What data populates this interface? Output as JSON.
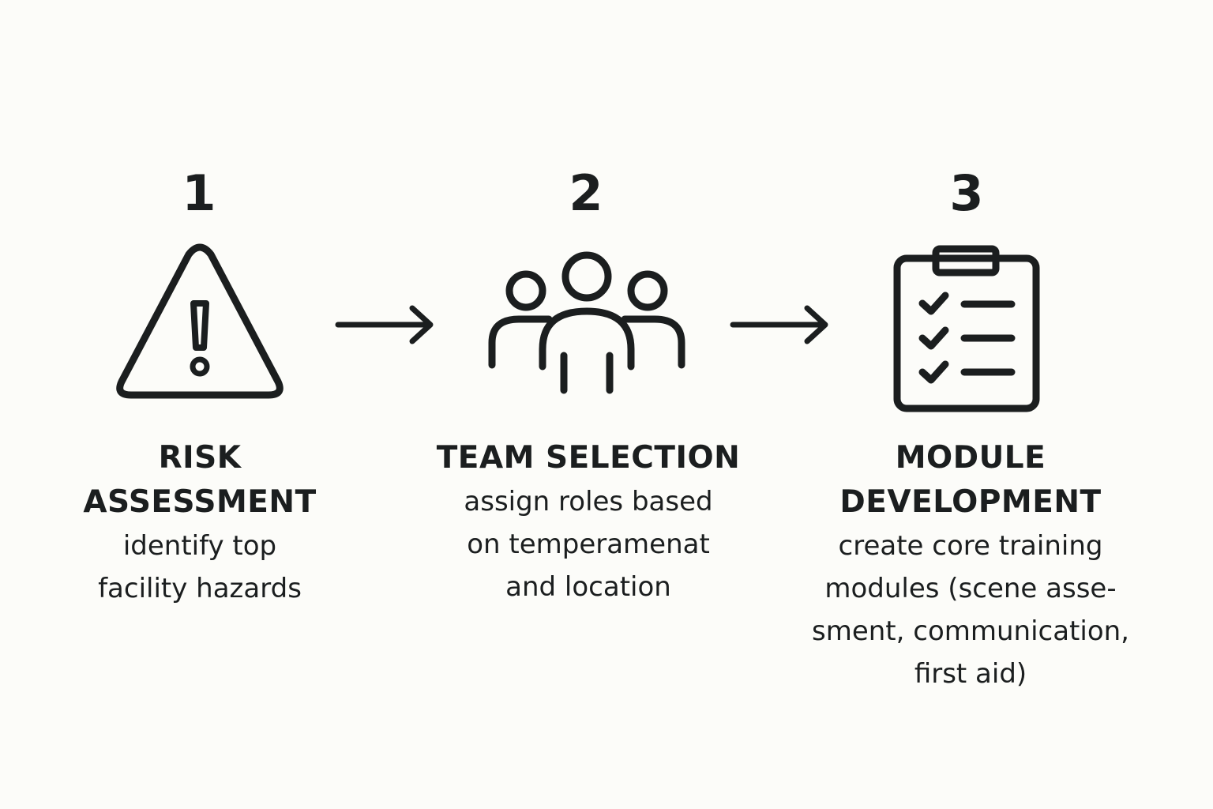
{
  "steps": [
    {
      "number": "1",
      "icon": "warning-triangle-icon",
      "title_lines": [
        "RISK",
        "ASSESSMENT"
      ],
      "description_lines": [
        "identify top",
        "facility hazards"
      ]
    },
    {
      "number": "2",
      "icon": "team-group-icon",
      "title_lines": [
        "TEAM SELECTION"
      ],
      "description_lines": [
        "assign roles based",
        "on temperamenat",
        "and location"
      ]
    },
    {
      "number": "3",
      "icon": "clipboard-checklist-icon",
      "title_lines": [
        "MODULE",
        "DEVELOPMENT"
      ],
      "description_lines": [
        "create core training",
        "modules (scene asse-",
        "sment, communication,",
        "first aid)"
      ]
    }
  ],
  "connectors": [
    {
      "icon": "arrow-right-icon"
    },
    {
      "icon": "arrow-right-icon"
    }
  ],
  "colors": {
    "background": "#fcfcf9",
    "ink": "#1b1e1f"
  }
}
